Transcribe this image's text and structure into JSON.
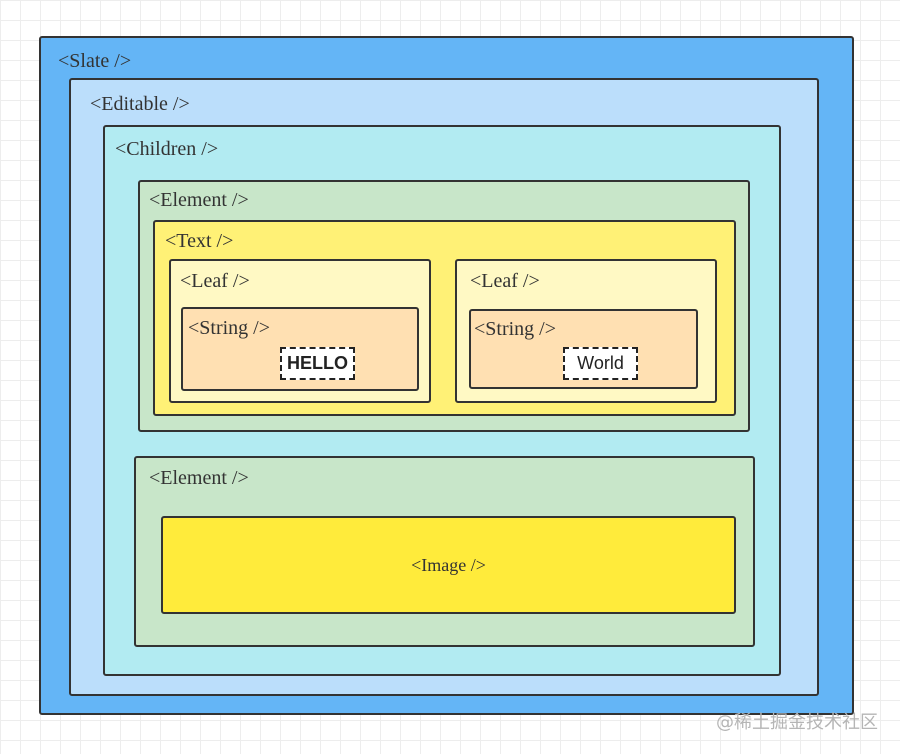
{
  "diagram": {
    "slate": {
      "label": "<Slate />",
      "color": "#64b5f6"
    },
    "editable": {
      "label": "<Editable />",
      "color": "#bbdefb"
    },
    "children": {
      "label": "<Children />",
      "color": "#b2ebf2"
    },
    "element_text": {
      "label": "<Element />",
      "color": "#c8e6c9",
      "text_node": {
        "label": "<Text />",
        "color": "#fff176",
        "leaves": [
          {
            "label": "<Leaf />",
            "string_label": "<String />",
            "content": "HELLO"
          },
          {
            "label": "<Leaf />",
            "string_label": "<String />",
            "content": "World"
          }
        ],
        "leaf_color": "#fff9c4",
        "string_color": "#ffe0b2"
      }
    },
    "element_image": {
      "label": "<Element />",
      "color": "#c8e6c9",
      "image": {
        "label": "<Image />",
        "color": "#ffeb3b"
      }
    }
  },
  "watermark": "@稀土掘金技术社区"
}
